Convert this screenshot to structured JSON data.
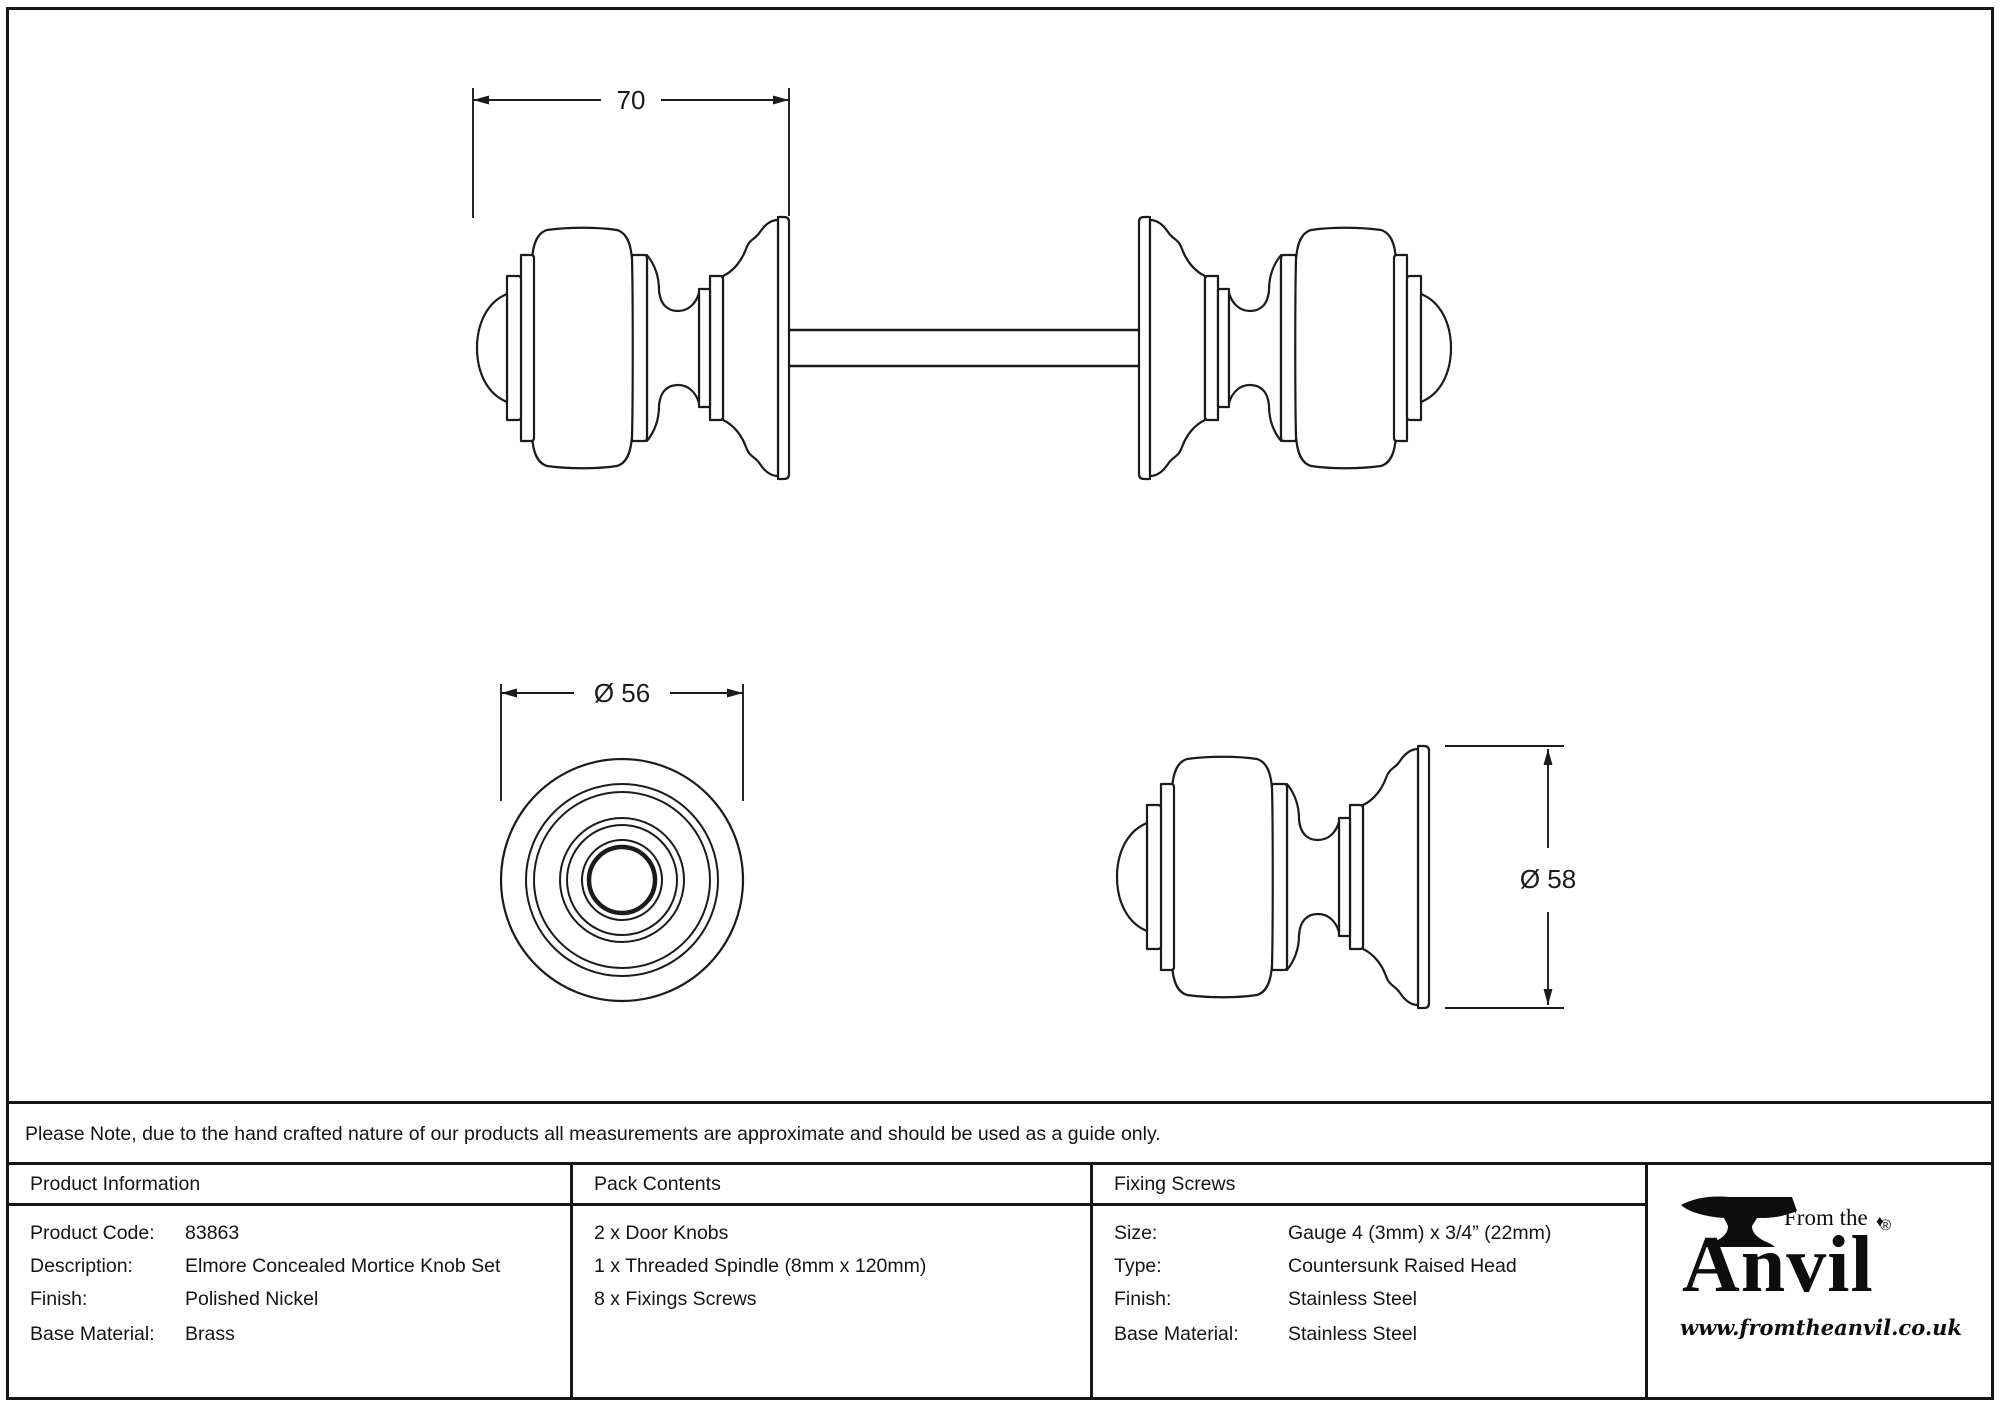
{
  "drawing": {
    "dim_top_width": "70",
    "dim_front_diameter": "Ø 56",
    "dim_side_diameter": "Ø 58"
  },
  "note": "Please Note, due to the hand crafted nature of our products all measurements are approximate and should be used as a guide only.",
  "product_info": {
    "header": "Product Information",
    "rows": [
      {
        "label": "Product Code:",
        "value": "83863"
      },
      {
        "label": "Description:",
        "value": "Elmore Concealed Mortice Knob Set"
      },
      {
        "label": "Finish:",
        "value": "Polished Nickel"
      },
      {
        "label": "Base Material:",
        "value": "Brass"
      }
    ]
  },
  "pack_contents": {
    "header": "Pack Contents",
    "items": [
      "2 x Door Knobs",
      "1 x Threaded Spindle (8mm x 120mm)",
      "8 x Fixings Screws"
    ]
  },
  "fixing_screws": {
    "header": "Fixing Screws",
    "rows": [
      {
        "label": "Size:",
        "value": "Gauge 4 (3mm) x 3/4” (22mm)"
      },
      {
        "label": "Type:",
        "value": "Countersunk Raised Head"
      },
      {
        "label": "Finish:",
        "value": "Stainless Steel"
      },
      {
        "label": "Base Material:",
        "value": "Stainless Steel"
      }
    ]
  },
  "logo": {
    "tagline": "From the",
    "brand": "Anvil",
    "registered": "®",
    "diamond": "♦",
    "url": "www.fromtheanvil.co.uk"
  }
}
